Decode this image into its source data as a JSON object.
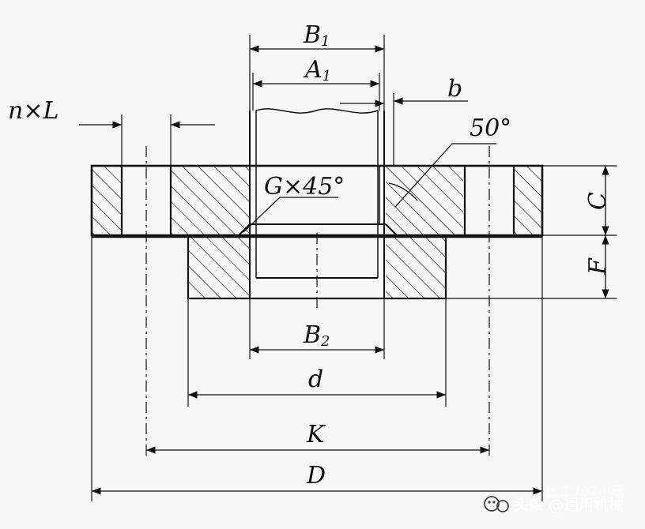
{
  "labels": {
    "B1": "B",
    "B1_sub": "1",
    "A1": "A",
    "A1_sub": "1",
    "b": "b",
    "nL": "n×L",
    "angle": "50°",
    "G45": "G×45°",
    "C": "C",
    "F": "F",
    "B2": "B",
    "B2_sub": "2",
    "d": "d",
    "K": "K",
    "D": "D"
  },
  "watermark": {
    "text": "头条 @通用机械",
    "faint_text": "比工707小玩"
  },
  "colors": {
    "line": "#111111",
    "background": "#f7f7f7"
  }
}
